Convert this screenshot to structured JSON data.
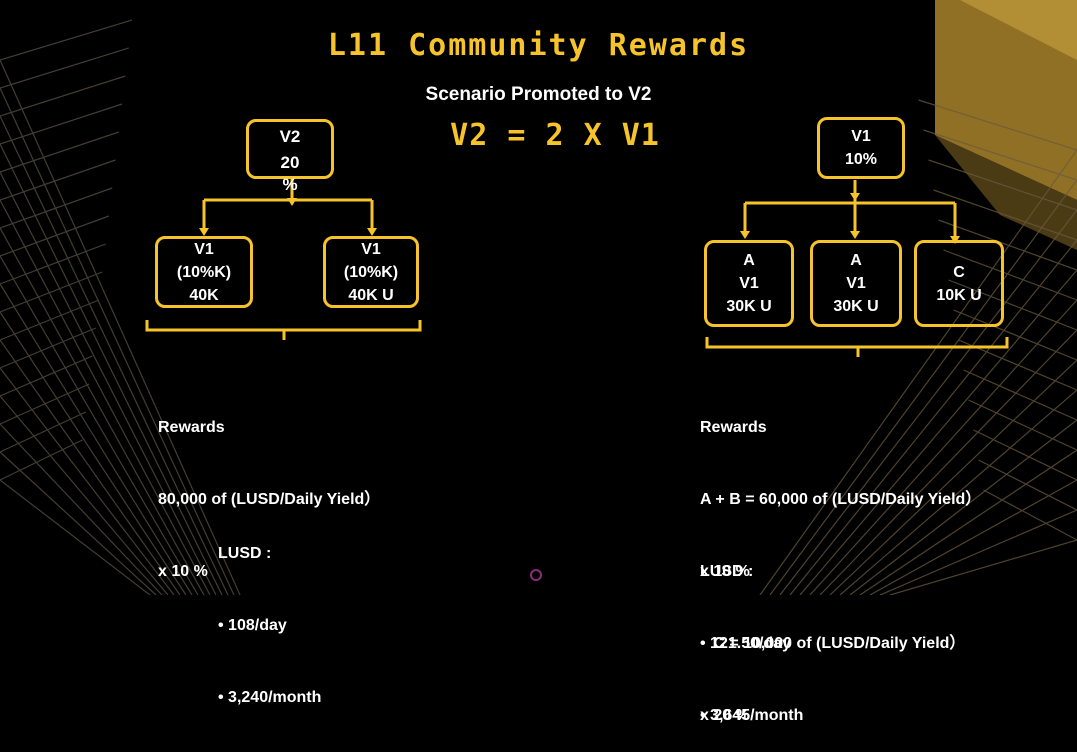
{
  "title": "L11 Community Rewards",
  "subtitle": "Scenario Promoted to V2",
  "formula": "V2 = 2 X V1",
  "colors": {
    "accent": "#f6c42a",
    "text": "#ffffff",
    "background": "#000000"
  },
  "left": {
    "top_box": [
      "V2",
      "20",
      "%"
    ],
    "child_boxes": [
      [
        "V1",
        "(10%K)",
        "40K"
      ],
      [
        "V1",
        "(10%K)",
        "40K U"
      ]
    ],
    "rewards": {
      "heading": "Rewards",
      "lines": [
        "80,000 of (LUSD/Daily Yield）",
        "x 10 %"
      ]
    },
    "lusd": {
      "heading": "LUSD :",
      "bullets": [
        "• 108/day",
        "• 3,240/month"
      ]
    }
  },
  "right": {
    "top_box": [
      "V1",
      "10%"
    ],
    "child_boxes": [
      [
        "A",
        "V1",
        "30K U"
      ],
      [
        "A",
        "V1",
        "30K U"
      ],
      [
        "C",
        "10K U"
      ]
    ],
    "rewards": {
      "heading": "Rewards",
      "lines": [
        "A + B = 60,000 of (LUSD/Daily Yield）",
        "x 10 %",
        "   C = 10,000 of (LUSD/Daily Yield）",
        "x 20 %"
      ]
    },
    "lusd": {
      "heading": "LUSD :",
      "bullets": [
        "• 121.50/day",
        "• 3,645/month"
      ]
    }
  }
}
